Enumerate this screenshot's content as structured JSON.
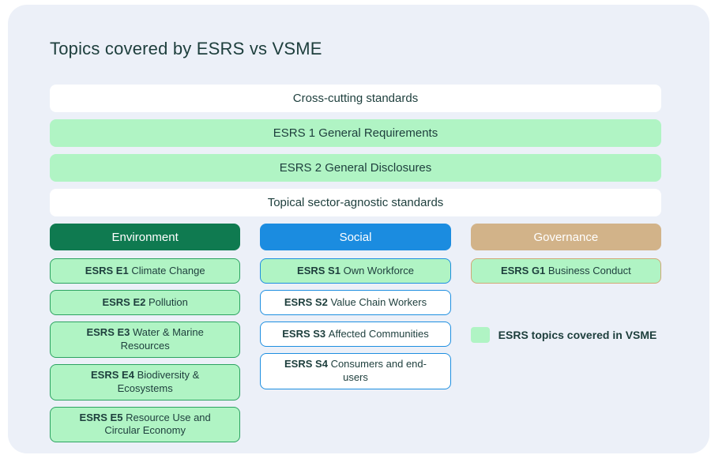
{
  "title": "Topics covered by ESRS vs VSME",
  "bars": [
    {
      "label": "Cross-cutting standards",
      "covered": false
    },
    {
      "label": "ESRS 1 General Requirements",
      "covered": true
    },
    {
      "label": "ESRS 2 General Disclosures",
      "covered": true
    },
    {
      "label": "Topical sector-agnostic standards",
      "covered": false
    }
  ],
  "columns": [
    {
      "name": "Environment",
      "header_color": "#0f7a50",
      "items": [
        {
          "code": "ESRS E1",
          "label": "Climate Change",
          "covered": true
        },
        {
          "code": "ESRS E2",
          "label": "Pollution",
          "covered": true
        },
        {
          "code": "ESRS E3",
          "label": "Water & Marine Resources",
          "covered": true
        },
        {
          "code": "ESRS E4",
          "label": "Biodiversity & Ecosystems",
          "covered": true
        },
        {
          "code": "ESRS E5",
          "label": "Resource Use and Circular Economy",
          "covered": true
        }
      ]
    },
    {
      "name": "Social",
      "header_color": "#1b8ce0",
      "items": [
        {
          "code": "ESRS S1",
          "label": "Own Workforce",
          "covered": true
        },
        {
          "code": "ESRS S2",
          "label": "Value Chain Workers",
          "covered": false
        },
        {
          "code": "ESRS S3",
          "label": "Affected Communities",
          "covered": false
        },
        {
          "code": "ESRS S4",
          "label": "Consumers and end-users",
          "covered": false
        }
      ]
    },
    {
      "name": "Governance",
      "header_color": "#d2b389",
      "items": [
        {
          "code": "ESRS G1",
          "label": "Business Conduct",
          "covered": true
        }
      ]
    }
  ],
  "legend": {
    "label": "ESRS topics covered in VSME",
    "swatch_color": "#b0f4c4"
  },
  "colors": {
    "card_background": "#ecf0f8",
    "covered_fill": "#b0f4c4",
    "environment_border": "#2ca361",
    "social_border": "#1e8fe0",
    "governance_border": "#d0a875",
    "text": "#1d3e3c"
  }
}
